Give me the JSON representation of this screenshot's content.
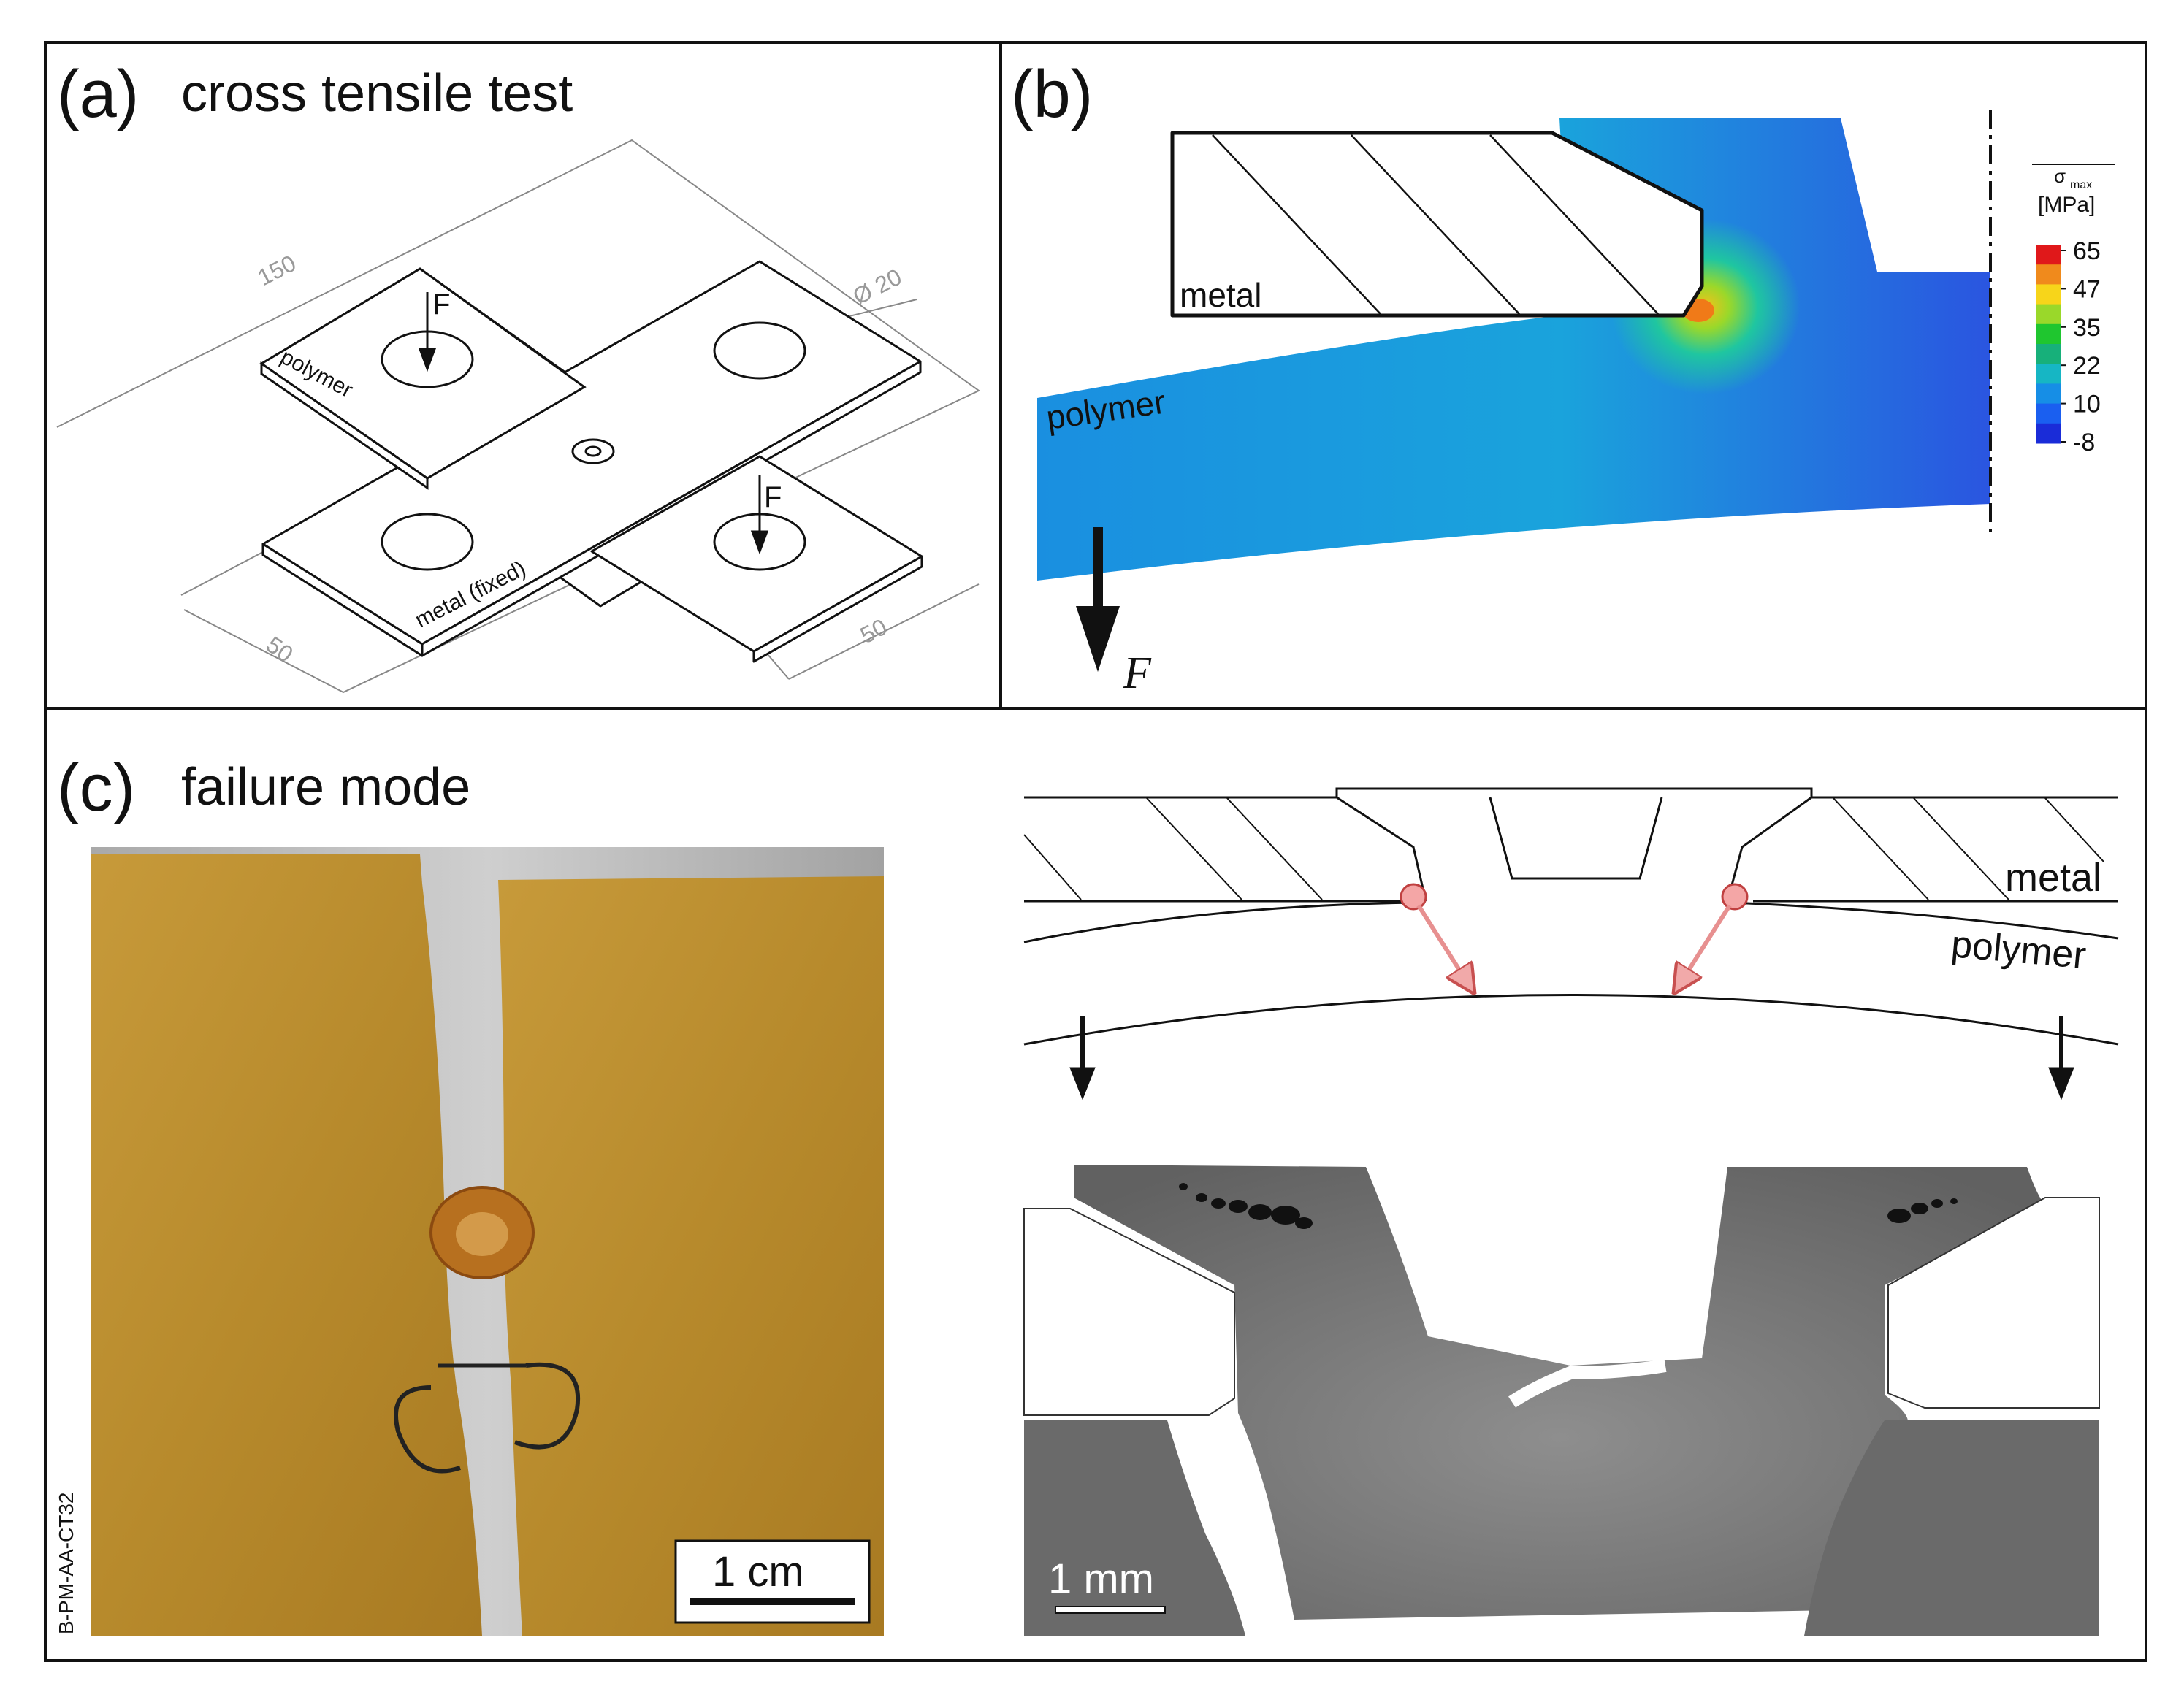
{
  "panel_a": {
    "tag": "(a)",
    "title": "cross tensile test",
    "dim_length": "150",
    "dim_diameter": "Ø 20",
    "dim_width_left": "50",
    "dim_width_right": "50",
    "label_polymer": "polymer",
    "label_metal": "metal (fixed)",
    "force_label_top": "F",
    "force_label_bottom": "F"
  },
  "panel_b": {
    "tag": "(b)",
    "label_metal": "metal",
    "label_polymer": "polymer",
    "force_label": "F",
    "legend": {
      "symbol": "σ",
      "subscript": "max",
      "unit": "[MPa]",
      "ticks": [
        "65",
        "47",
        "35",
        "22",
        "10",
        "-8"
      ],
      "colors": [
        "#e0181a",
        "#f08a1c",
        "#f7d51a",
        "#9ad82a",
        "#1fc62f",
        "#17b07a",
        "#16b6c4",
        "#168ee6",
        "#1a5ff0",
        "#1a2cd8"
      ]
    }
  },
  "panel_c": {
    "tag": "(c)",
    "title": "failure mode",
    "scale_photo": "1 cm",
    "scale_micro": "1 mm",
    "sample_id": "B-PM-AA-CT32",
    "label_metal": "metal",
    "label_polymer": "polymer"
  }
}
